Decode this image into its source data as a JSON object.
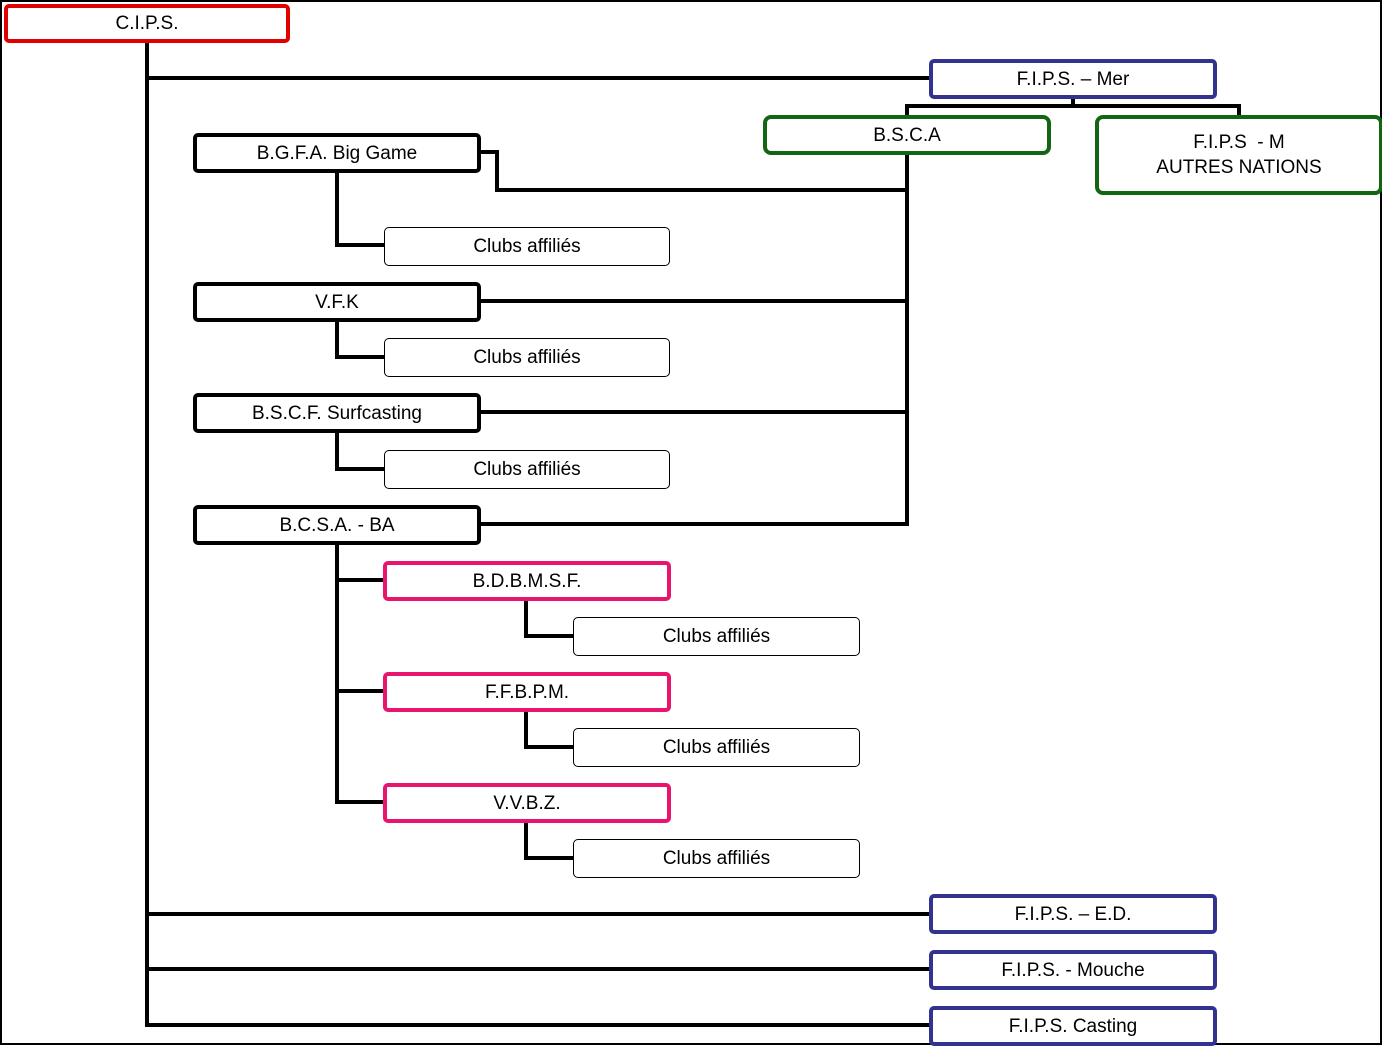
{
  "nodes": {
    "cips": "C.I.P.S.",
    "fips_mer": "F.I.P.S. – Mer",
    "bsca": "B.S.C.A",
    "fips_m_line1": "F.I.P.S  - M",
    "fips_m_line2": "AUTRES NATIONS",
    "bgfa": "B.G.F.A. Big Game",
    "vfk": "V.F.K",
    "bscf": "B.S.C.F. Surfcasting",
    "bcsa": "B.C.S.A. - BA",
    "bdbmsf": "B.D.B.M.S.F.",
    "ffbpm": "F.F.B.P.M.",
    "vvbz": "V.V.B.Z.",
    "fips_ed": "F.I.P.S. – E.D.",
    "fips_mouche": "F.I.P.S. - Mouche",
    "fips_casting": "F.I.P.S. Casting",
    "clubs": "Clubs affiliés"
  },
  "colors": {
    "root": "#e00000",
    "fips": "#33338f",
    "regional": "#126612",
    "sub_federation": "#e8156e",
    "connector": "#000000"
  }
}
